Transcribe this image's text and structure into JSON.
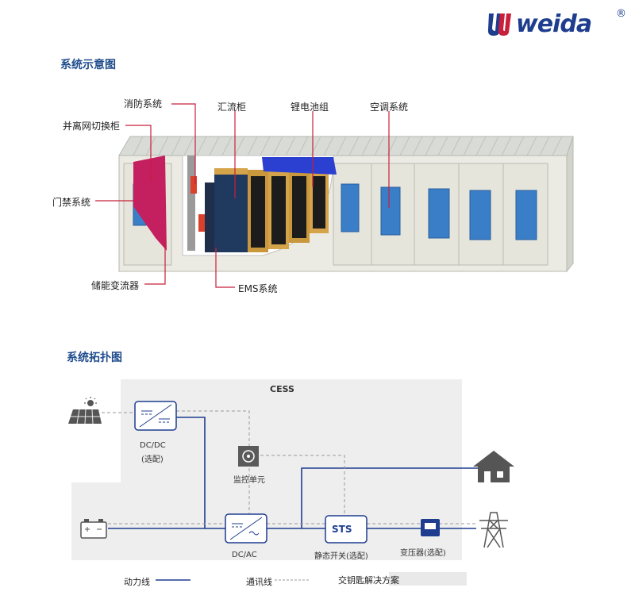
{
  "brand": {
    "name": "weida",
    "registered": "®",
    "color": "#1e3d8f"
  },
  "section1": {
    "title": "系统示意图"
  },
  "callouts": {
    "fire": "消防系统",
    "switch_cabinet": "并离网切换柜",
    "combiner": "汇流柜",
    "battery": "锂电池组",
    "hvac": "空调系统",
    "access": "门禁系统",
    "pcs": "储能变流器",
    "ems": "EMS系统"
  },
  "section2": {
    "title": "系统拓扑图"
  },
  "topology": {
    "cess_label": "CESS",
    "dcdc": {
      "line1": "DC/DC",
      "line2": "(选配)"
    },
    "monitor": "监控单元",
    "dcac": "DC/AC",
    "sts_symbol": "STS",
    "sts_label": "静态开关(选配)",
    "transformer_label": "变压器(选配)"
  },
  "legend": {
    "power_line": "动力线",
    "comm_line": "通讯线",
    "turnkey": "交钥匙解决方案"
  },
  "colors": {
    "accent_red": "#c8203c",
    "power_line": "#1e3d8f",
    "comm_line": "#999999",
    "cess_bg": "#eeeeee",
    "section_title": "#1e4c8c"
  }
}
